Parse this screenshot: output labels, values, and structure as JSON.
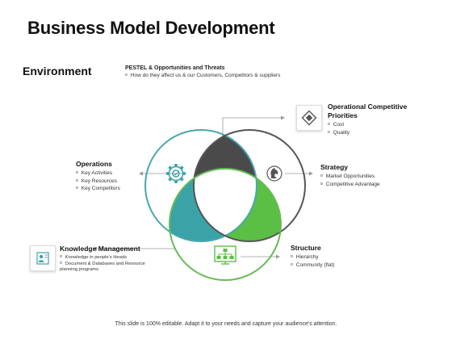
{
  "title": "Business Model Development",
  "environment": {
    "label": "Environment",
    "pestel_title": "PESTEL & Opportunities and Threats",
    "pestel_items": [
      "How do they affect us & our Customers, Competitors & suppliers"
    ]
  },
  "operational": {
    "title": "Operational Competitive Priorities",
    "items": [
      "Cost",
      "Quality"
    ]
  },
  "operations": {
    "title": "Operations",
    "items": [
      "Key Activities",
      "Key Resources",
      "Key Competitors"
    ]
  },
  "strategy": {
    "title": "Strategy",
    "items": [
      "Market Opportunities",
      "Competitive Advantage"
    ]
  },
  "knowledge": {
    "title": "Knowledge Management",
    "items": [
      "Knowledge in people's Heads",
      "Document & Databases and Resource planning programs"
    ]
  },
  "structure": {
    "title": "Structure",
    "items": [
      "Hierarchy",
      "Community (flat)"
    ]
  },
  "footer": "This slide is 100% editable. Adapt it to your needs and capture your audience's attention.",
  "colors": {
    "teal": "#3aa3a8",
    "dark": "#4a4a4a",
    "green": "#5cbf45",
    "circle_top": "#444444",
    "circle_left": "#4aa7ad",
    "circle_right": "#555555",
    "circle_bottom": "#66bb55"
  },
  "icons": {
    "operations": "gear-icon",
    "strategy": "chess-knight-icon",
    "structure": "org-chart-icon",
    "operational": "diamond-icon",
    "knowledge": "knowledge-icon"
  }
}
